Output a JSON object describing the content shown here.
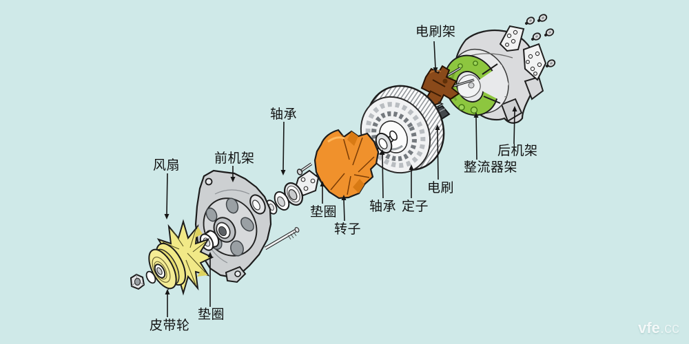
{
  "labels": [
    {
      "id": "fan",
      "text": "风扇"
    },
    {
      "id": "front-frame",
      "text": "前机架"
    },
    {
      "id": "bearing-front",
      "text": "轴承"
    },
    {
      "id": "washer-mid",
      "text": "垫圈"
    },
    {
      "id": "rotor",
      "text": "转子"
    },
    {
      "id": "bearing-rear",
      "text": "轴承"
    },
    {
      "id": "stator",
      "text": "定子"
    },
    {
      "id": "brush",
      "text": "电刷"
    },
    {
      "id": "brush-holder",
      "text": "电刷架"
    },
    {
      "id": "rectifier-frame",
      "text": "整流器架"
    },
    {
      "id": "rear-frame",
      "text": "后机架"
    },
    {
      "id": "pulley",
      "text": "皮带轮"
    },
    {
      "id": "washer-front",
      "text": "垫圈"
    }
  ],
  "watermark": {
    "name": "vfe",
    "suffix": ".cc"
  },
  "colors": {
    "background": "#cfe9e8",
    "outline": "#1c1c1c",
    "metal_gray": "#d3d5d7",
    "rotor_orange": "#f0912c",
    "fan_yellow": "#f1e987",
    "rectifier_green": "#8dc63f",
    "brush_holder_brown": "#8a4a1a",
    "label_text": "#121212",
    "watermark_text": "#ffffff"
  }
}
